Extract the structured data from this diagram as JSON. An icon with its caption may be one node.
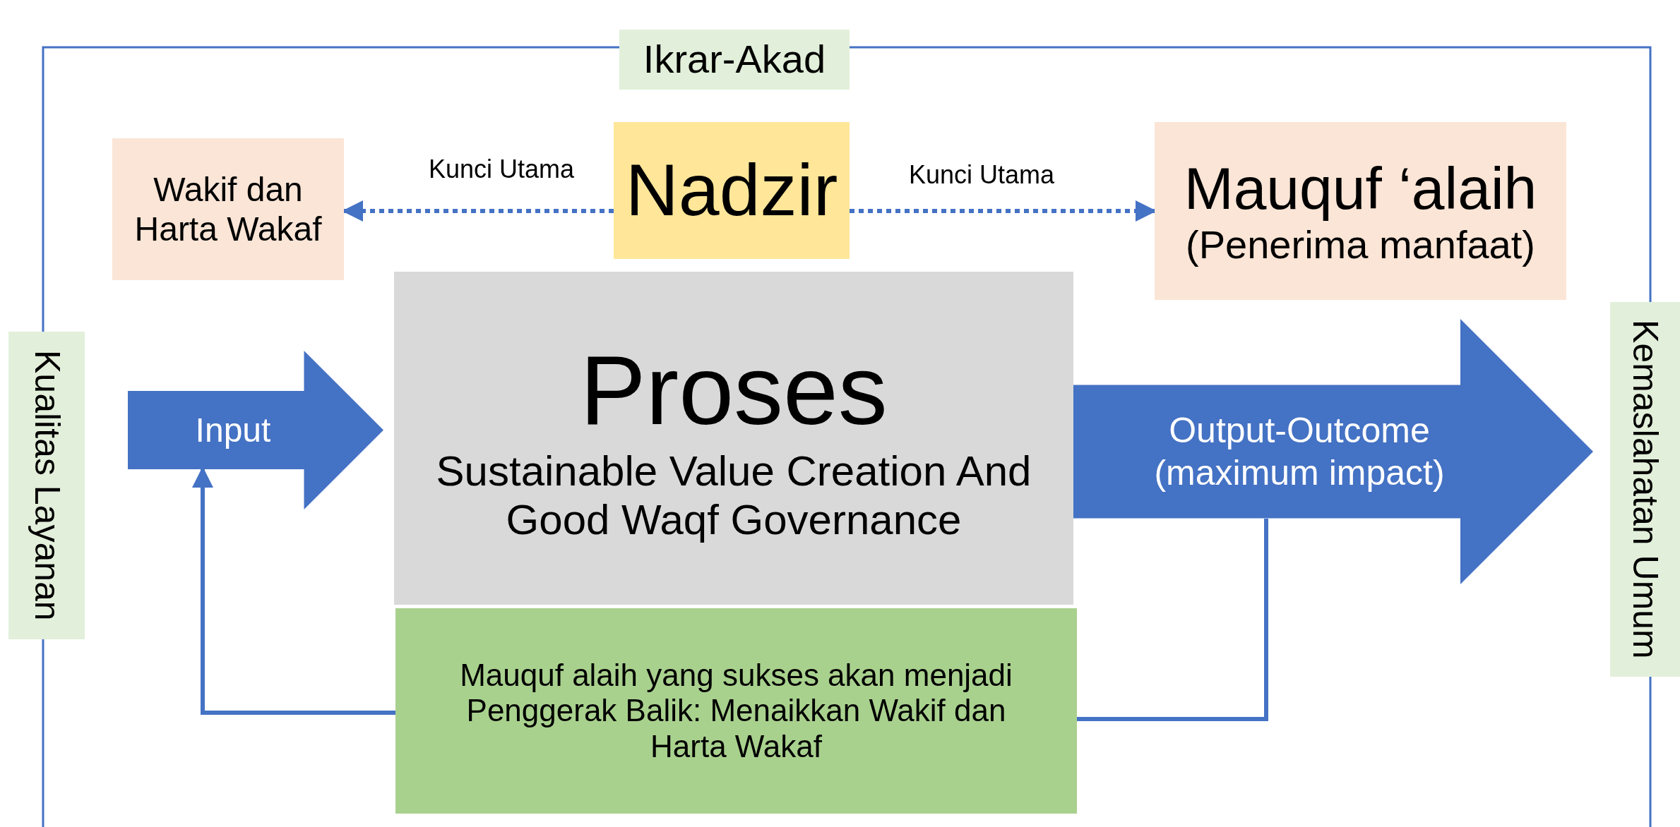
{
  "diagram": {
    "nodes": [
      {
        "text": [
          "Ikrar-Akad"
        ]
      },
      {
        "text": [
          "Wakif dan Harta Wakaf"
        ]
      },
      {
        "text": [
          "Nadzir"
        ]
      },
      {
        "text": [
          "Mauquf ‘alaih",
          "(Penerima manfaat)"
        ]
      },
      {
        "text": [
          "Kualitas Layanan"
        ]
      },
      {
        "text": [
          "Proses",
          "Sustainable Value Creation And Good Waqf Governance"
        ]
      },
      {
        "text": [
          "Kemaslahatan Umum"
        ]
      },
      {
        "text": [
          "Mauquf alaih yang sukses akan menjadi Penggerak Balik: Menaikkan Wakif dan Harta Wakaf"
        ]
      }
    ],
    "edges": [
      {
        "from": 2,
        "to": 1,
        "arrow": "to",
        "label": "Kunci Utama",
        "style": "dashed"
      },
      {
        "from": 2,
        "to": 3,
        "arrow": "to",
        "label": "Kunci Utama",
        "style": "dashed"
      },
      {
        "from": 4,
        "to": 5,
        "arrow": "to",
        "label": "Input",
        "style": "thick"
      },
      {
        "from": 5,
        "to": 6,
        "arrow": "to",
        "label": "Output-Outcome (maximum impact)",
        "style": "thick"
      },
      {
        "from": null,
        "to": 7,
        "arrow": "none"
      },
      {
        "from": 7,
        "to": null,
        "arrow": "to"
      }
    ]
  }
}
